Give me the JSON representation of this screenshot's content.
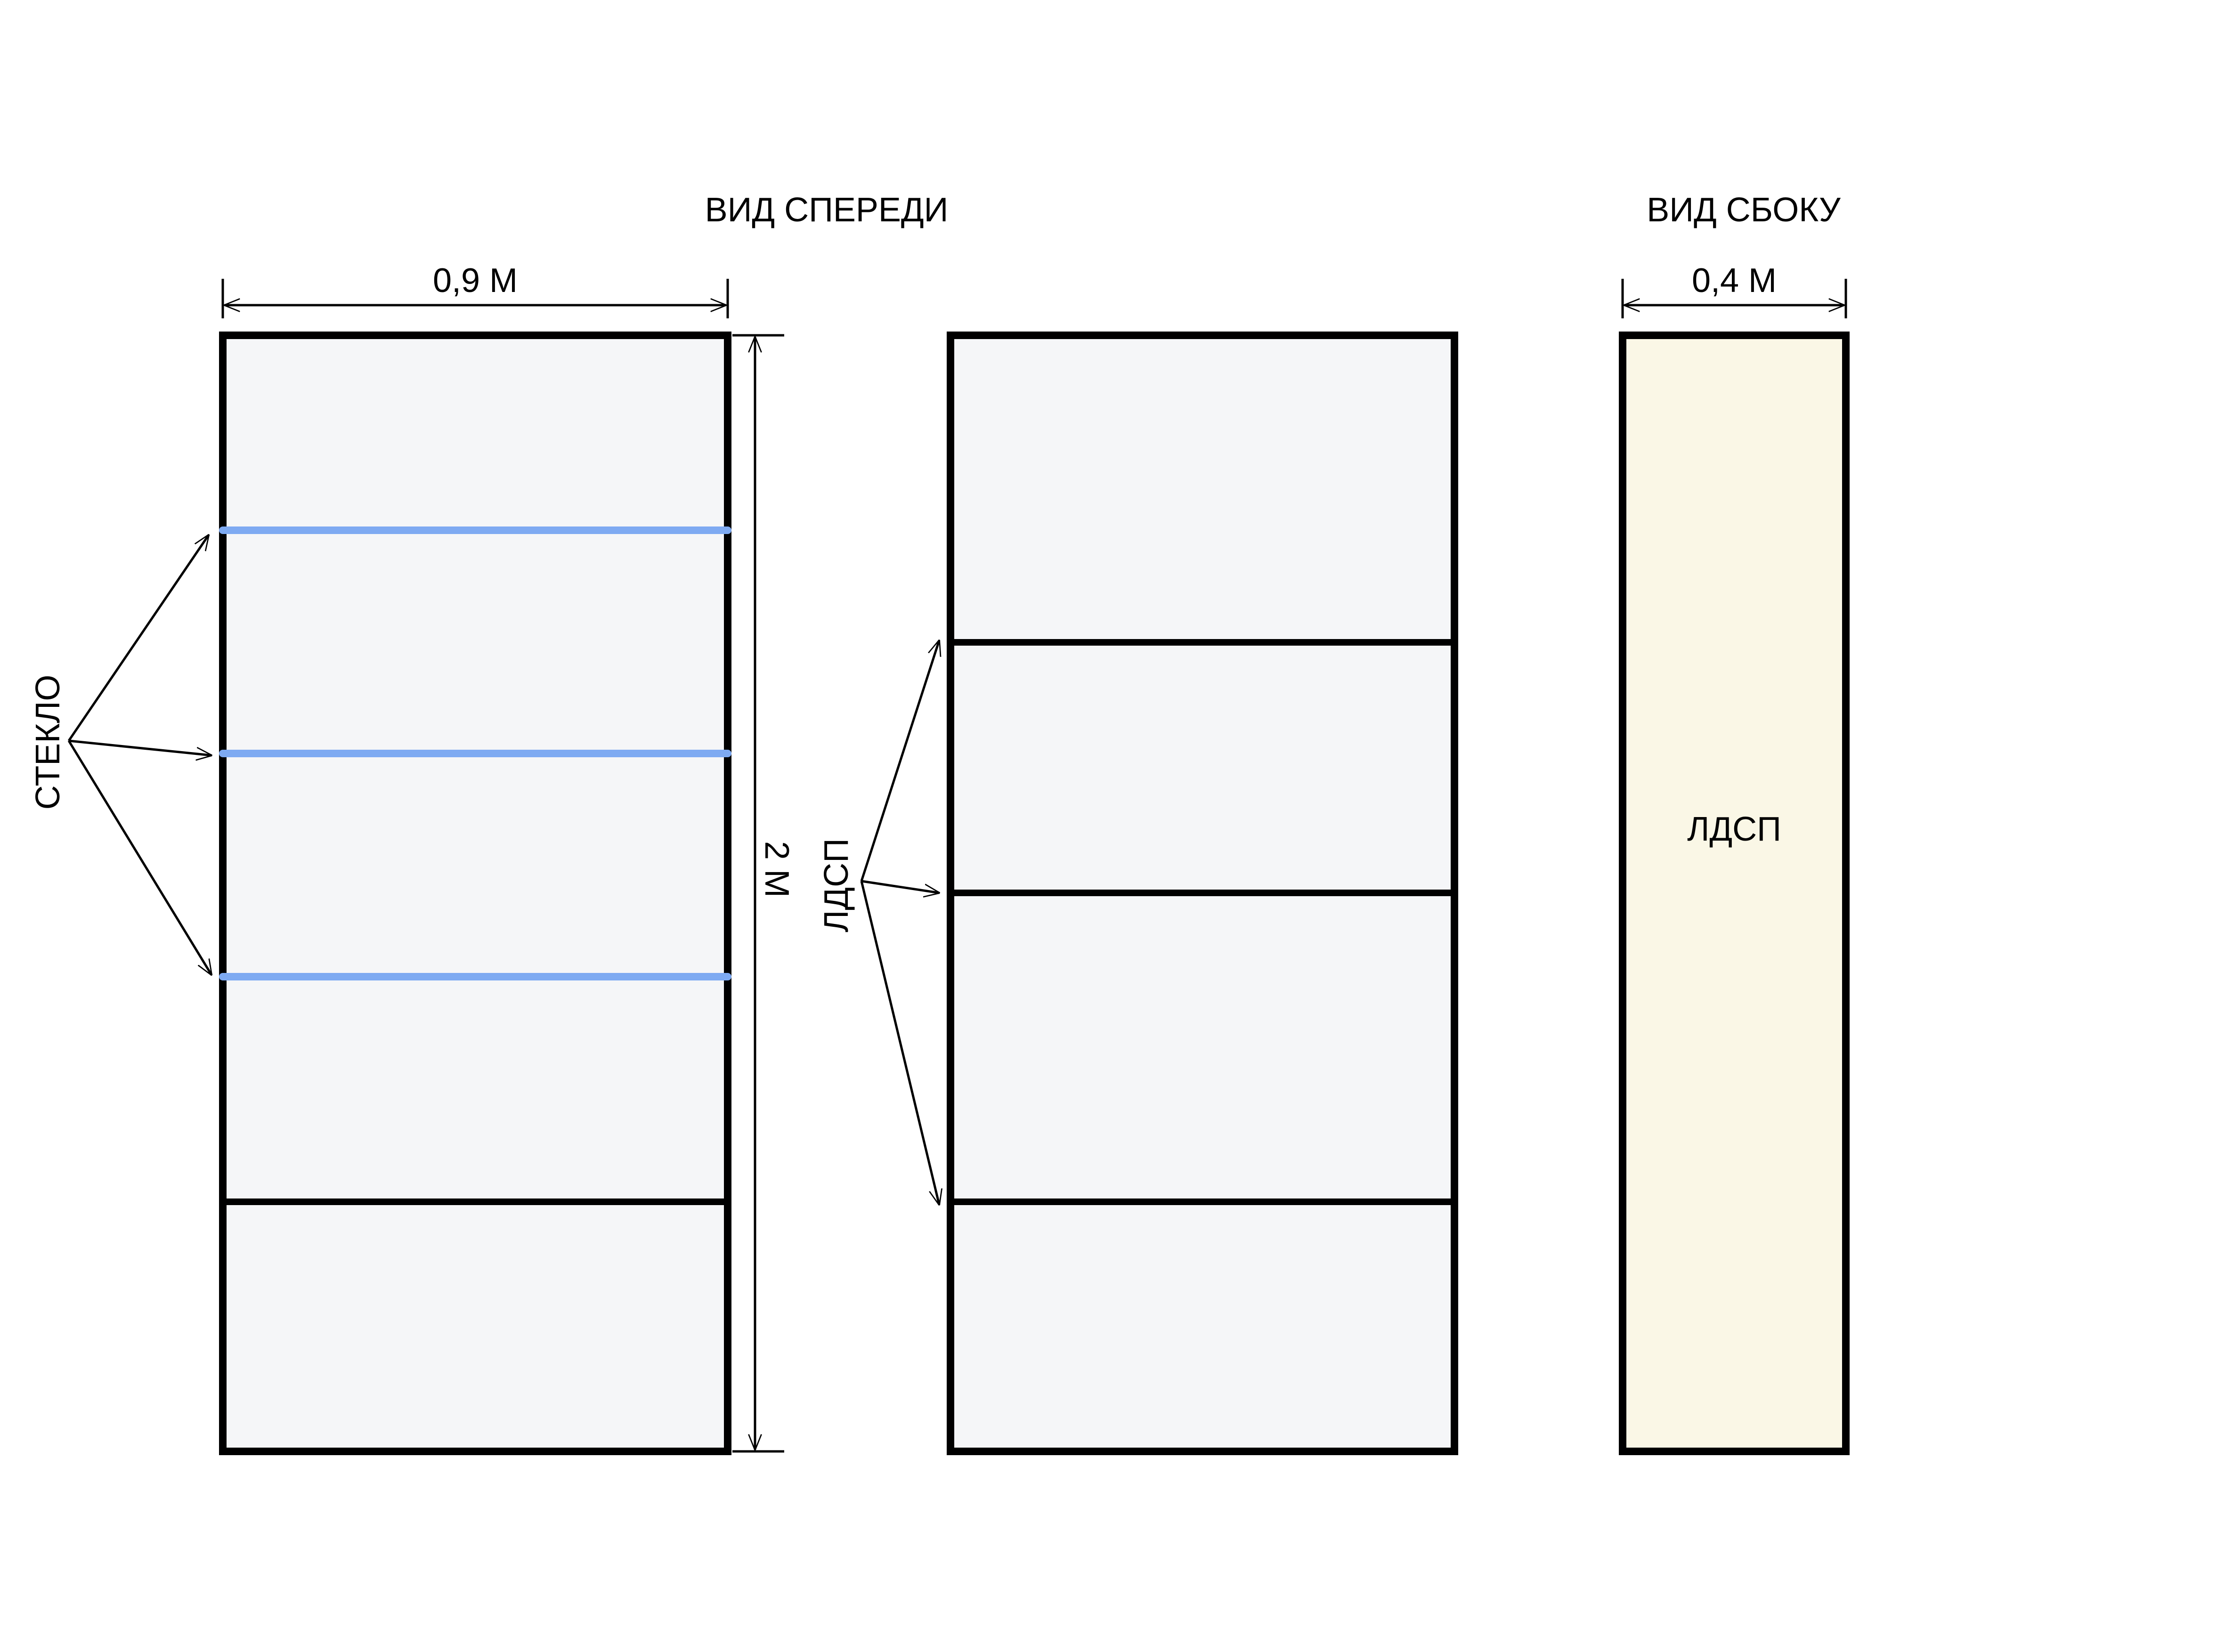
{
  "titles": {
    "front_view": "ВИД СПЕРЕДИ",
    "side_view": "ВИД СБОКУ"
  },
  "dimensions": {
    "width_front": "0,9 М",
    "height_front": "2 М",
    "depth_side": "0,4 М"
  },
  "callouts": {
    "glass": "СТЕКЛО",
    "chipboard_front": "ЛДСП",
    "chipboard_side": "ЛДСП"
  },
  "colors": {
    "outline": "#000000",
    "front_panel_fill": "#f5f6f8",
    "side_panel_fill": "#faf7e6",
    "glass_shelf": "#7eaaf2"
  }
}
